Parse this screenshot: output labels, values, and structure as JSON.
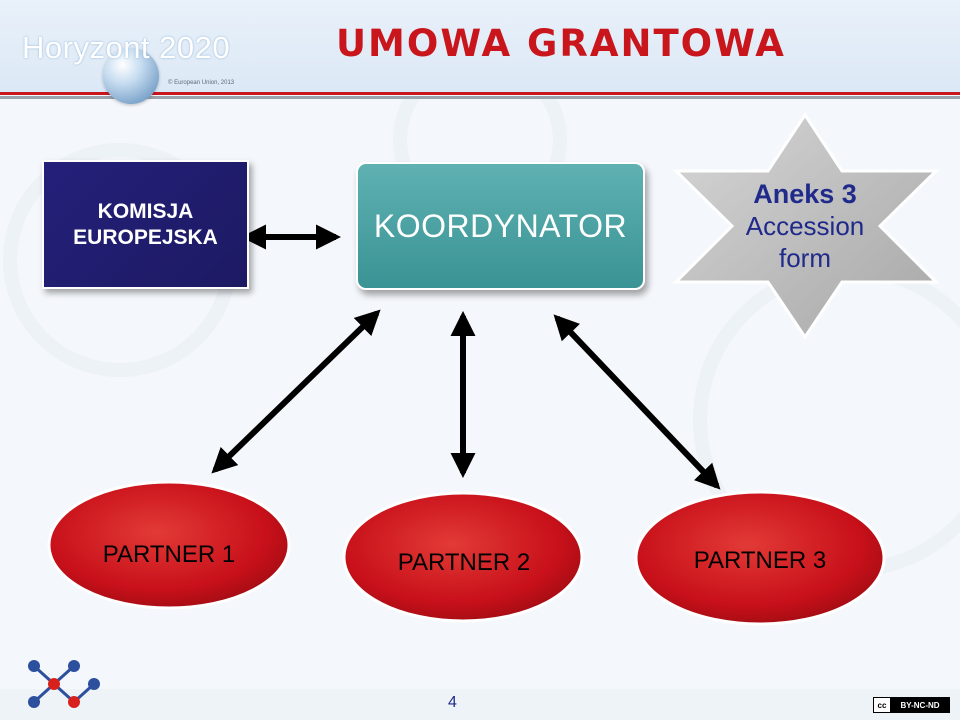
{
  "header": {
    "brand": "Horyzont 2020",
    "brand_note": "© European Union, 2013",
    "title": "UMOWA GRANTOWA"
  },
  "diagram": {
    "komisja": {
      "line1": "KOMISJA",
      "line2": "EUROPEJSKA"
    },
    "koordynator": "KOORDYNATOR",
    "aneks": {
      "line1": "Aneks 3",
      "line2": "Accession",
      "line3": "form"
    },
    "partners": [
      {
        "label": "PARTNER 1"
      },
      {
        "label": "PARTNER 2"
      },
      {
        "label": "PARTNER 3"
      }
    ]
  },
  "footer": {
    "page_number": "4",
    "license_icon": "cc-icon",
    "license": "BY-NC-ND"
  },
  "colors": {
    "title_red": "#c9161c",
    "komisja_navy": "#24207a",
    "koord_teal": "#4aa3a4",
    "partner_red": "#c8101a",
    "star_gray": "#b8b8b8",
    "star_text": "#1f2a8a"
  }
}
